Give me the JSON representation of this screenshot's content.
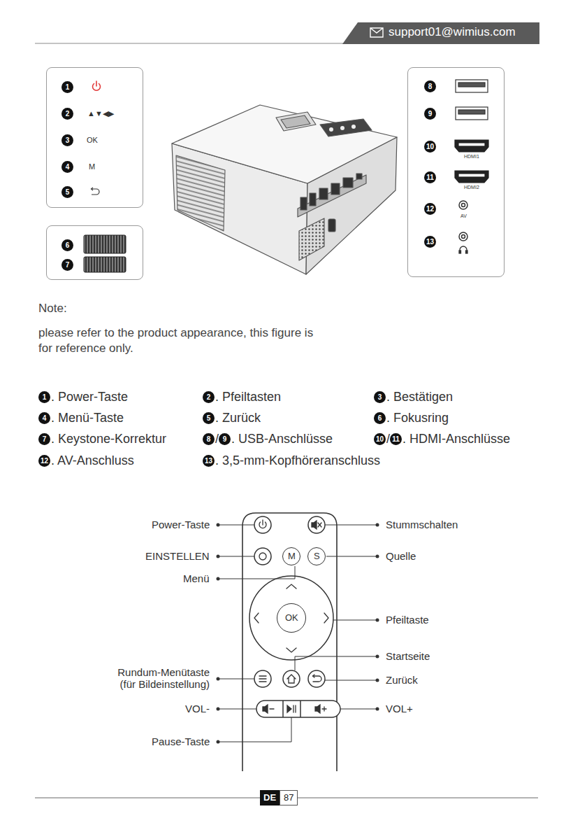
{
  "diagram": {
    "nodes": [
      {
        "text": [
          "support01@wimius.com"
        ]
      },
      {
        "text": [
          "1",
          "2",
          "▲▼◀▶",
          "3",
          "OK",
          "4",
          "M",
          "5"
        ]
      },
      {
        "text": [
          "6",
          "7"
        ]
      },
      {
        "text": [
          "8",
          "9",
          "10",
          "HDMI1",
          "11",
          "HDMI2",
          "12",
          "AV",
          "13"
        ]
      },
      {
        "text": [
          "M"
        ]
      },
      {
        "text": [
          "S"
        ]
      },
      {
        "text": [
          "OK"
        ]
      },
      {
        "text": [
          "DE"
        ]
      },
      {
        "text": [
          "87"
        ]
      }
    ],
    "labels": [
      "Note:",
      "please refer to the product appearance, this figure is for reference only.",
      "1",
      ". Power-Taste",
      "2",
      ". Pfeiltasten",
      "3",
      ". Bestätigen",
      "4",
      ". Menü-Taste",
      "5",
      ". Zurück",
      "6",
      ". Fokusring",
      "7",
      ". Keystone-Korrektur",
      "8",
      "/",
      "9",
      ". USB-Anschlüsse",
      "10",
      "/",
      "11",
      ". HDMI-Anschlüsse",
      "12",
      ". AV-Anschluss",
      "13",
      ". 3,5-mm-Kopfhöreranschluss",
      "Power-Taste",
      "Stummschalten",
      "EINSTELLEN",
      "Quelle",
      "Menü",
      "Pfeiltaste",
      "Startseite",
      "Rundum-Menütaste (für Bildeinstellung)",
      "Zurück",
      "VOL-",
      "VOL+",
      "Pause-Taste"
    ]
  }
}
